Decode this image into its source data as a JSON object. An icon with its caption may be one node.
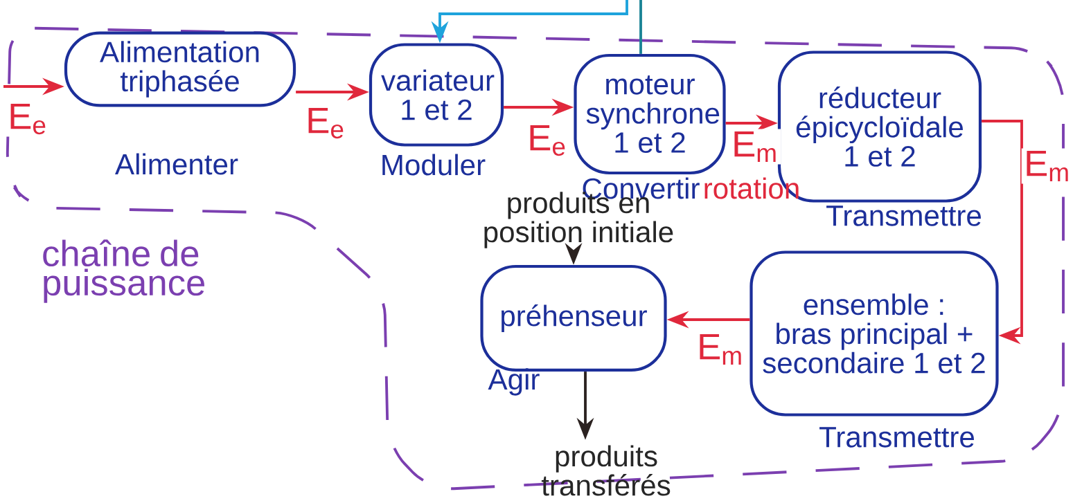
{
  "diagram": {
    "nodes": [
      {
        "text": [
          "chaîne de puissance"
        ]
      },
      {
        "text": [
          "Alimentation triphasée"
        ],
        "beside": [
          "Alimenter"
        ],
        "in": 0
      },
      {
        "text": [
          "variateur 1 et 2"
        ],
        "beside": [
          "Moduler"
        ],
        "in": 0
      },
      {
        "text": [
          "moteur synchrone 1 et 2"
        ],
        "beside": [
          "Convertir"
        ],
        "in": 0
      },
      {
        "text": [
          "réducteur épicycloïdale 1 et 2"
        ],
        "beside": [
          "Transmettre"
        ],
        "in": 0
      },
      {
        "text": [
          "produits en position initiale"
        ],
        "in": 0
      },
      {
        "text": [
          "préhenseur"
        ],
        "beside": [
          "Agir"
        ],
        "in": 0
      },
      {
        "text": [
          "ensemble : bras principal + secondaire 1 et 2"
        ],
        "beside": [
          "Transmettre"
        ],
        "in": 0
      },
      {
        "text": [
          "produits transférés"
        ]
      }
    ],
    "edges": [
      {
        "from": null,
        "to": 1,
        "arrow": "to",
        "label": "E$_{e}$"
      },
      {
        "from": 1,
        "to": 2,
        "arrow": "to",
        "label": "E$_{e}$"
      },
      {
        "from": 2,
        "to": 3,
        "arrow": "to",
        "label": "E$_{e}$"
      },
      {
        "from": 3,
        "to": 4,
        "arrow": "to",
        "label": "E$_{m}$"
      },
      {
        "from": 4,
        "to": 7,
        "arrow": "to",
        "label": "E$_{m}$"
      },
      {
        "from": 7,
        "to": 6,
        "arrow": "to",
        "label": "E$_{m}$"
      },
      {
        "from": 5,
        "to": 6,
        "arrow": "to",
        "color": "#2b2220"
      },
      {
        "from": 6,
        "to": 8,
        "arrow": "to",
        "color": "#2b2220"
      },
      {
        "from": null,
        "to": 2,
        "arrow": "to",
        "color": "#1ea3dc"
      },
      {
        "from": 3,
        "to": null,
        "arrow": "none",
        "color": "#1b8496"
      }
    ],
    "labels": [
      "rotation"
    ]
  }
}
